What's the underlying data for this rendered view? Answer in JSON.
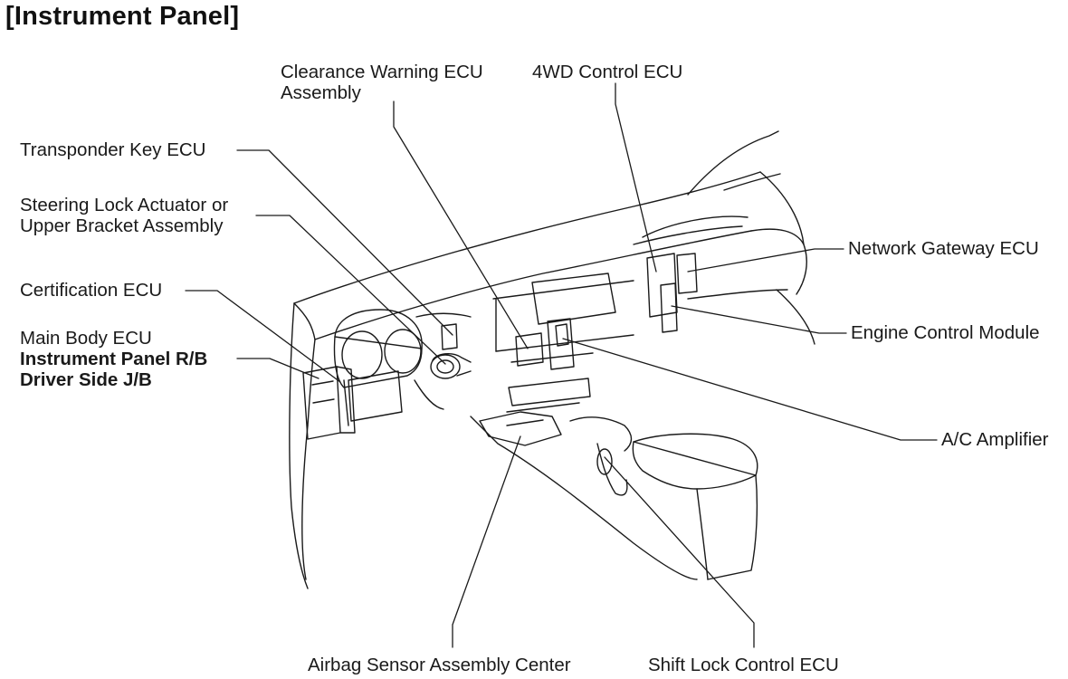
{
  "title": "[Instrument Panel]",
  "labels": {
    "clearance_line1": "Clearance Warning ECU",
    "clearance_line2": "Assembly",
    "fourwd": "4WD Control ECU",
    "transponder": "Transponder Key ECU",
    "steering_line1": "Steering Lock Actuator or",
    "steering_line2": "Upper Bracket Assembly",
    "certification": "Certification ECU",
    "main_body": "Main Body ECU",
    "instrument_rb": "Instrument Panel R/B",
    "driver_jb": "Driver Side J/B",
    "network_gateway": "Network Gateway ECU",
    "engine_control": "Engine Control Module",
    "ac_amplifier": "A/C Amplifier",
    "airbag": "Airbag Sensor Assembly Center",
    "shift_lock": "Shift Lock Control ECU"
  },
  "colors": {
    "line": "#1a1a1a",
    "background": "#ffffff"
  }
}
